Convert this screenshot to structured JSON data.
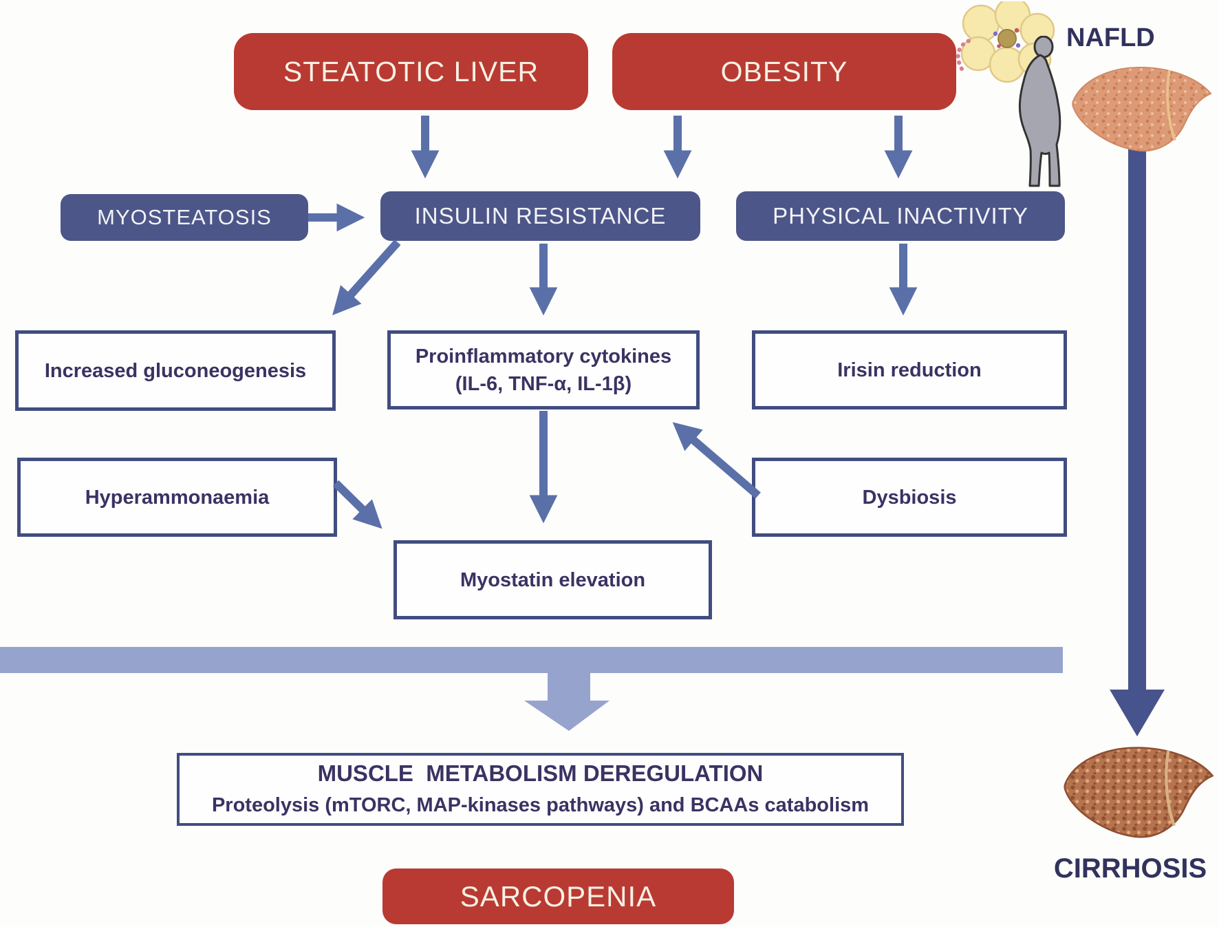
{
  "figure": {
    "type": "medical-pathway-diagram",
    "topic": "Mechanisms linking steatotic liver and obesity to sarcopenia"
  },
  "nodes": {
    "steatotic_liver": {
      "label": "STEATOTIC LIVER"
    },
    "obesity": {
      "label": "OBESITY"
    },
    "nafld": {
      "label": "NAFLD"
    },
    "myosteatosis": {
      "label": "MYOSTEATOSIS"
    },
    "insulin_resistance": {
      "label": "INSULIN RESISTANCE"
    },
    "physical_inactivity": {
      "label": "PHYSICAL INACTIVITY"
    },
    "increased_gluconeogenesis": {
      "label": "Increased gluconeogenesis"
    },
    "proinflammatory_cytokines": {
      "line1": "Proinflammatory cytokines",
      "line2": "(IL-6, TNF-α, IL-1β)"
    },
    "irisin_reduction": {
      "label": "Irisin reduction"
    },
    "hyperammonaemia": {
      "label": "Hyperammonaemia"
    },
    "dysbiosis": {
      "label": "Dysbiosis"
    },
    "myostatin_elevation": {
      "label": "Myostatin elevation"
    },
    "muscle_metabolism_deregulation": {
      "line1": "MUSCLE  METABOLISM DEREGULATION",
      "line2": "Proteolysis (mTORC, MAP-kinases pathways) and BCAAs catabolism"
    },
    "sarcopenia": {
      "label": "SARCOPENIA"
    },
    "cirrhosis": {
      "label": "CIRRHOSIS"
    }
  },
  "illustrations": [
    "adipocyte-cluster-illustration",
    "obese-person-illustration",
    "nafld-liver-illustration",
    "cirrhosis-liver-illustration"
  ],
  "colors": {
    "red_box": "#b93a32",
    "navy_box": "#4d5689",
    "white_box_border": "#414d80",
    "dark_text": "#3b3263",
    "label_text": "#32325e",
    "arrow_blue": "#5b70a8",
    "arrow_dark_blue": "#47538c",
    "light_blue_bar": "#95a3cd"
  }
}
